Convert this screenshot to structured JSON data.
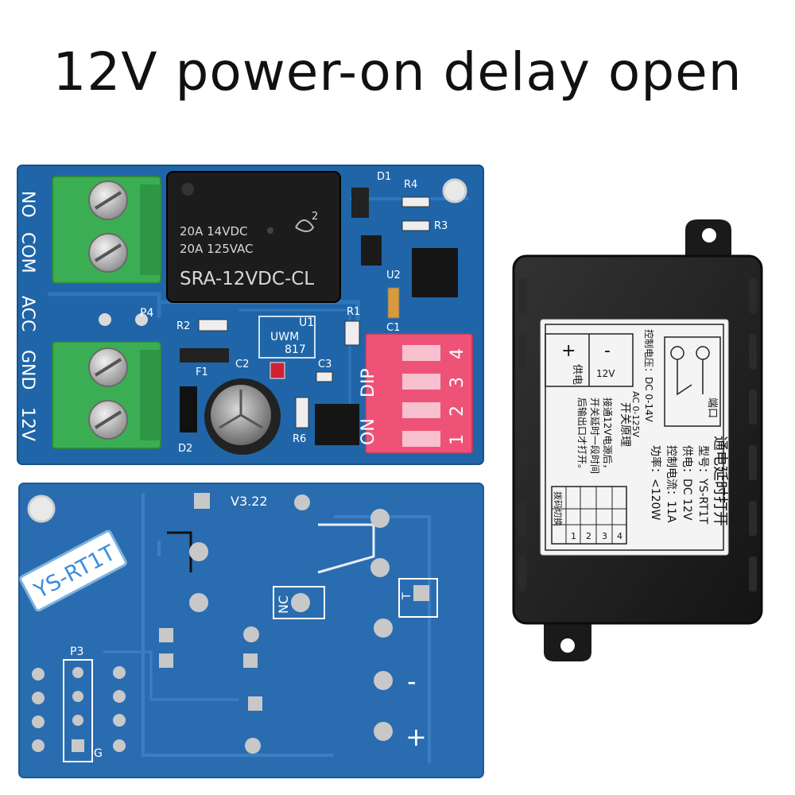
{
  "headline": "12V power-on delay open",
  "front_board": {
    "side_labels": [
      "NO",
      "COM",
      "ACC",
      "GND",
      "12V"
    ],
    "relay_lines": [
      "20A 14VDC",
      "20A 125VAC",
      "SRA-12VDC-CL"
    ],
    "relay_mark": "2",
    "components": [
      "D1",
      "R4",
      "R3",
      "U2",
      "P4",
      "R1",
      "C1",
      "R2",
      "U1",
      "UWM",
      "817",
      "C2",
      "C3",
      "F1",
      "D2",
      "R6"
    ],
    "dip_labels": [
      "DIP",
      "ON",
      "1",
      "2",
      "3",
      "4"
    ],
    "colors": {
      "pcb": "#1f65a8",
      "terminal": "#3bae53",
      "relay": "#1c1c1c",
      "dip": "#ee5377"
    }
  },
  "back_board": {
    "version": "V3.22",
    "sticker": "YS-RT1T",
    "labels": [
      "NC",
      "P3",
      "G",
      "T",
      "-",
      "+"
    ],
    "colors": {
      "pcb": "#2a6cb0"
    }
  },
  "module_label": {
    "title": "通电延时打开",
    "model": "型号：YS-RT1T",
    "supply": "供电：DC 12V",
    "current": "控制电流：11A",
    "power": "功率：<120W",
    "voltage": "控制电压：DC 0-14V",
    "ac_range": "AC 0-125V",
    "principle_title": "开关原理",
    "principle_1": "接通12V电源后，",
    "principle_2": "开关延时一段时间",
    "principle_3": "后输出口才打开。",
    "terminal_title": "端口",
    "plus": "+",
    "minus": "-",
    "supply_short": "供电",
    "voltage_tag": "12V",
    "switch_table_title": "拨码切换",
    "dip_numbers": [
      "1",
      "2",
      "3",
      "4"
    ],
    "colors": {
      "case": "#1e1e1e",
      "label": "#f4f4f4"
    }
  }
}
